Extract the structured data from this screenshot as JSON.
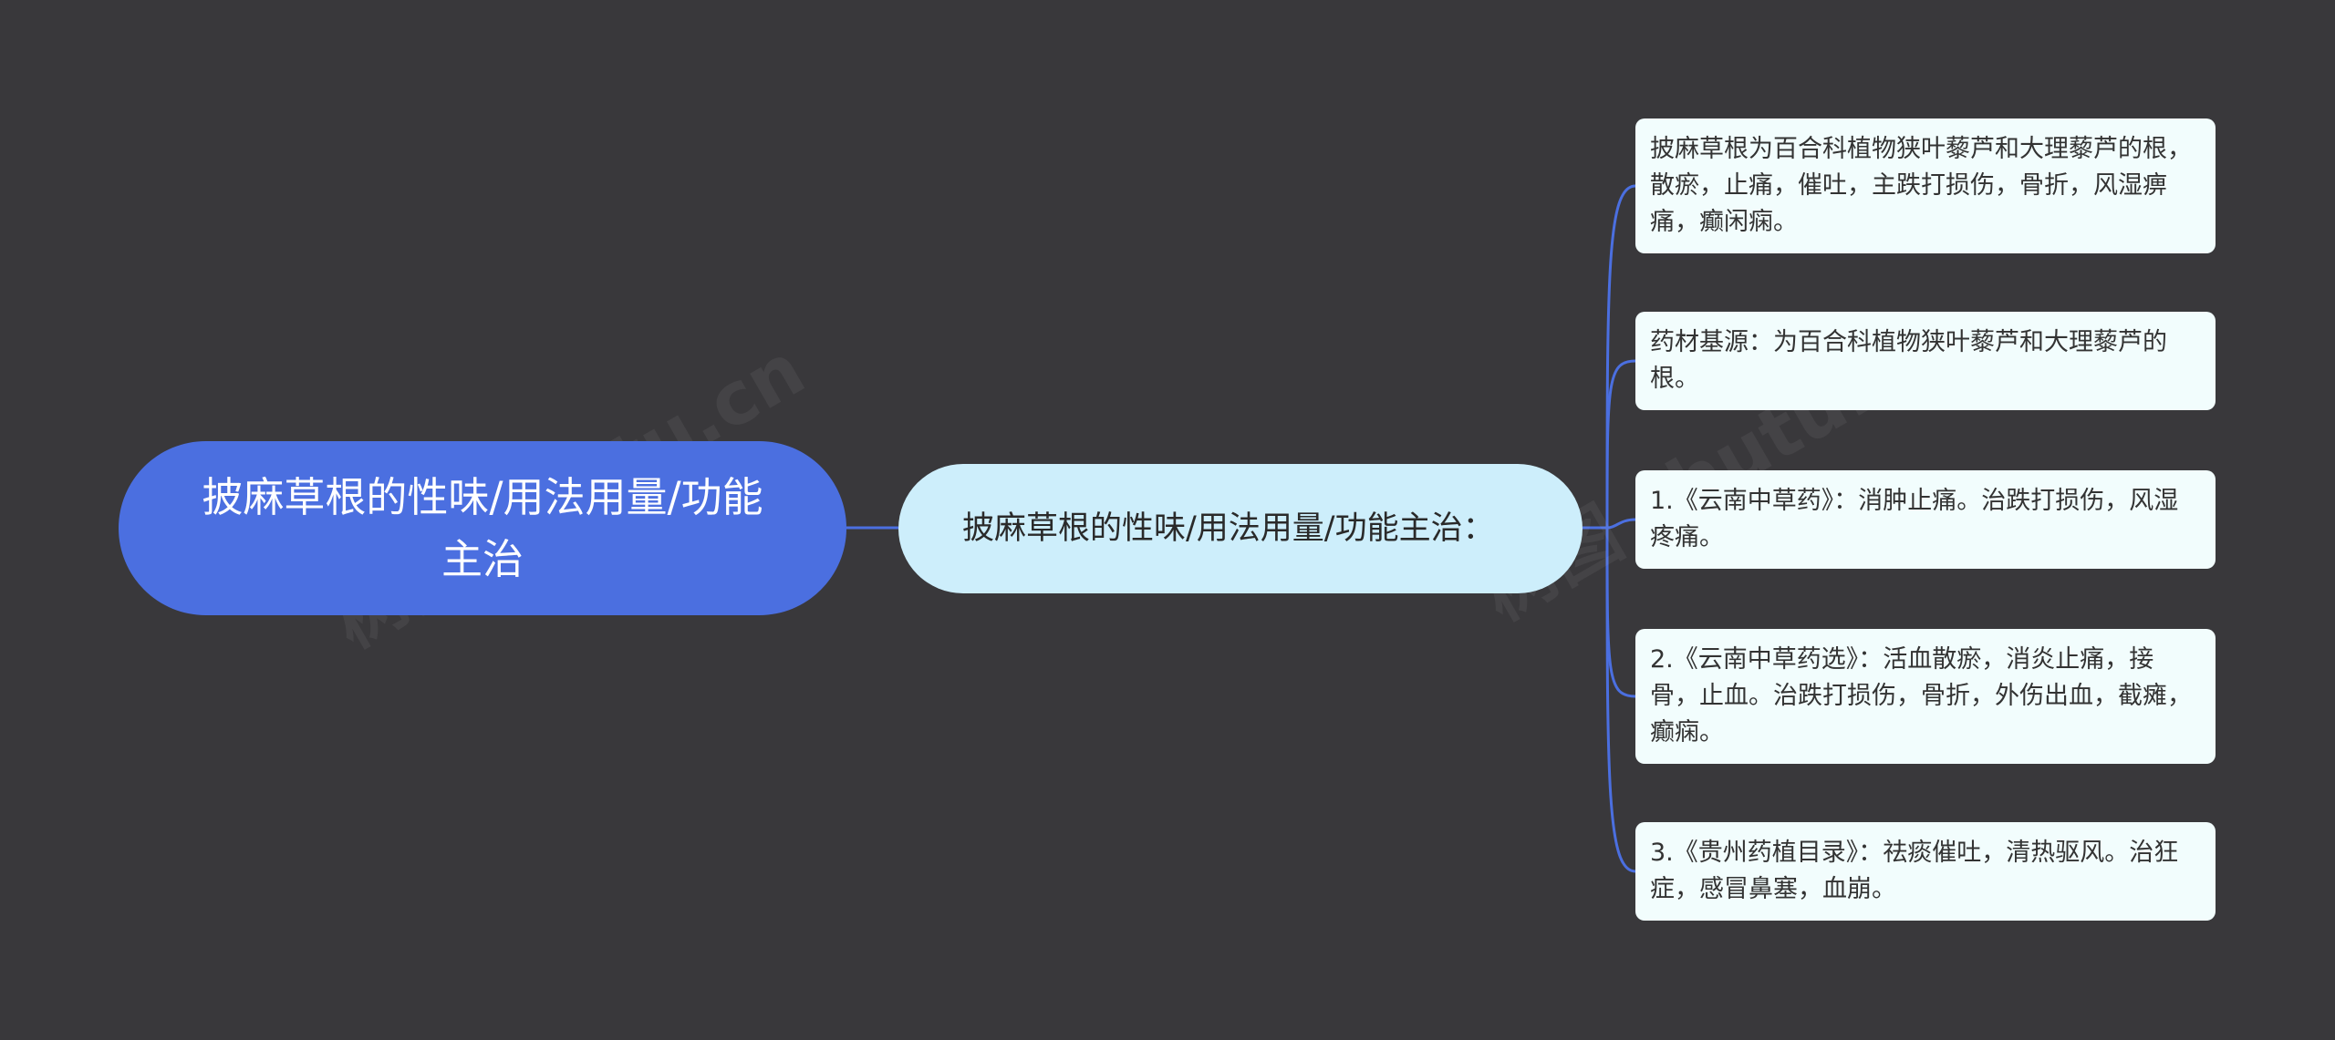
{
  "colors": {
    "background": "#39383b",
    "root_fill": "#4b6fe0",
    "main_fill": "#cdeefb",
    "leaf_fill": "#f2fdfd",
    "connector": "#4b6fe0"
  },
  "mindmap": {
    "root": {
      "label": "披麻草根的性味/用法用量/功能主治"
    },
    "main": {
      "label": "披麻草根的性味/用法用量/功能主治："
    },
    "leaves": [
      {
        "text": "披麻草根为百合科植物狭叶藜芦和大理藜芦的根，散瘀，止痛，催吐，主跌打损伤，骨折，风湿痹痛，癫闲痫。"
      },
      {
        "text": "药材基源：为百合科植物狭叶藜芦和大理藜芦的根。"
      },
      {
        "text": "1.《云南中草药》：消肿止痛。治跌打损伤，风湿疼痛。"
      },
      {
        "text": "2.《云南中草药选》：活血散瘀，消炎止痛，接骨，止血。治跌打损伤，骨折，外伤出血，截瘫，癫痫。"
      },
      {
        "text": "3.《贵州药植目录》：祛痰催吐，清热驱风。治狂症，感冒鼻塞，血崩。"
      }
    ]
  },
  "watermark": {
    "text_1": "树图 shutu.cn",
    "text_2": "树图 shutu.cn"
  }
}
